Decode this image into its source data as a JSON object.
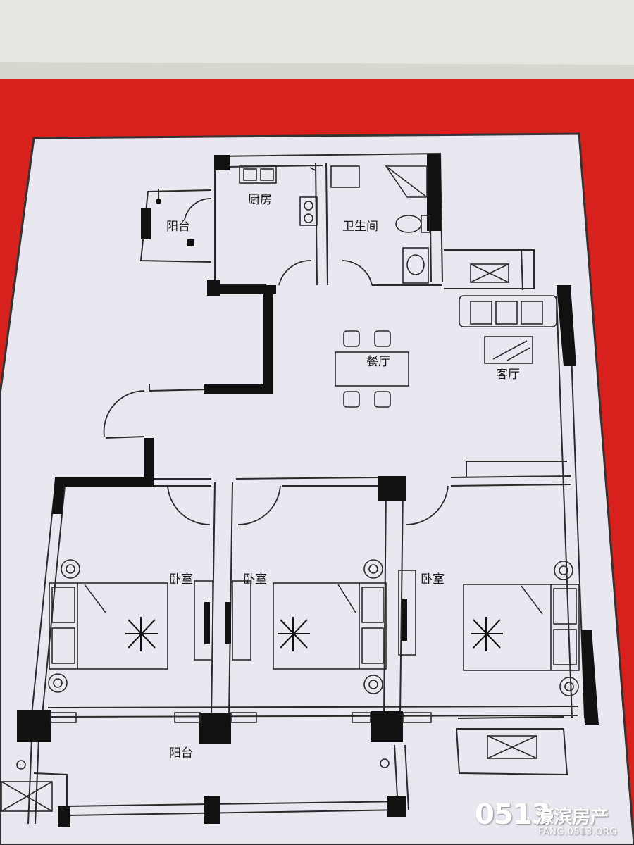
{
  "rooms": {
    "kitchen": "厨房",
    "bathroom": "卫生间",
    "balcony_small": "阳台",
    "dining": "餐厅",
    "living": "客厅",
    "bedroom_1": "卧室",
    "bedroom_2": "卧室",
    "bedroom_3": "卧室",
    "balcony_large": "阳台"
  },
  "watermark": {
    "number": "0513",
    "name": "濠滨房产",
    "url": "FANG.0513.ORG"
  },
  "colors": {
    "background_red": "#d8201c",
    "paper": "#e9e7ef",
    "ceiling": "#e6e6e0",
    "wall": "#111111",
    "line": "#2a2a2a"
  }
}
